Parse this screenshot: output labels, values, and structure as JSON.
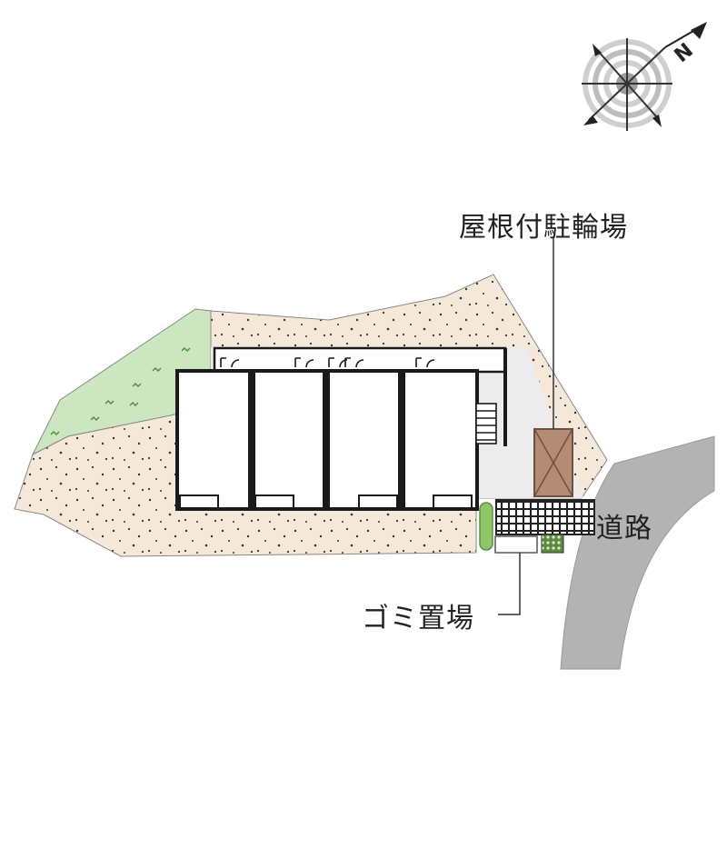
{
  "labels": {
    "bike_parking": "屋根付駐輪場",
    "road": "道路",
    "garbage": "ゴミ置場"
  },
  "compass": {
    "north_letter": "N"
  },
  "colors": {
    "sand": "#f6e8d8",
    "grass": "#cce7bf",
    "paving": "#ececec",
    "road": "#b3b3b3",
    "bike_shed": "#b48c76",
    "wall": "#1a1a1a",
    "hedge": "#8fc66a"
  }
}
